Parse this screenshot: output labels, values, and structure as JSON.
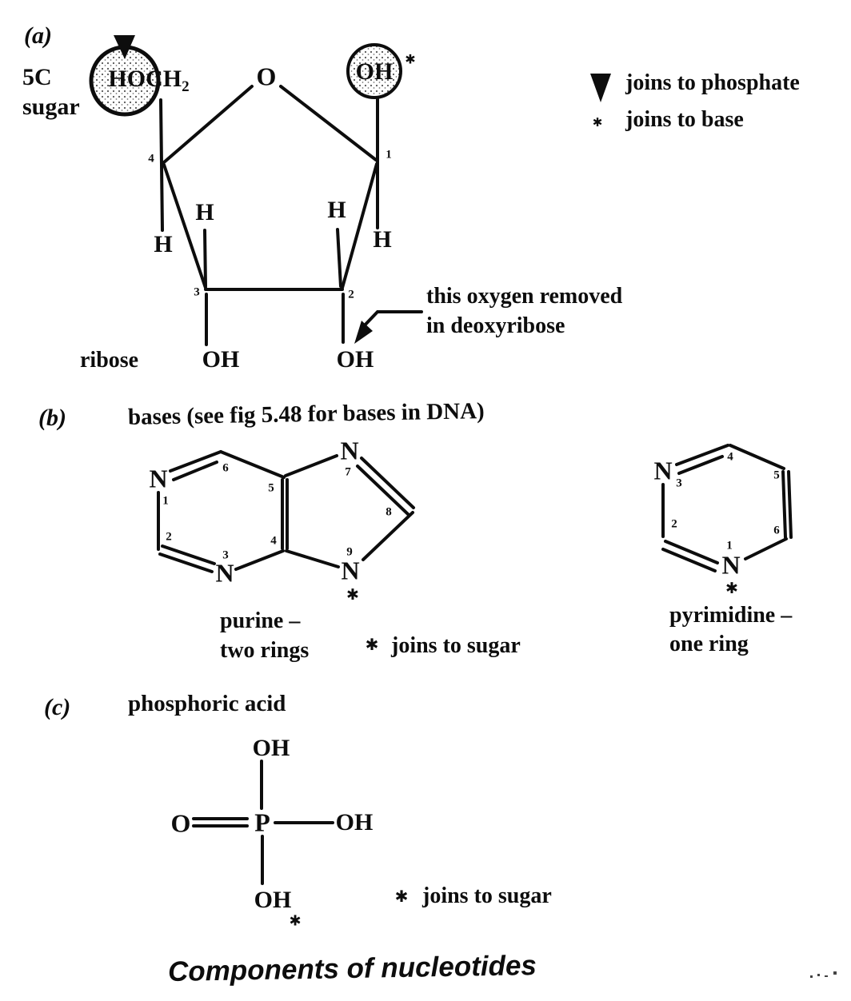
{
  "legend": {
    "triangle_meaning": "joins to phosphate",
    "star_meaning": "joins to base",
    "star_glyph": "✱"
  },
  "section_a": {
    "index": "(a)",
    "title_line1": "5C",
    "title_line2": "sugar",
    "molecule_name": "ribose",
    "hoch": "HOCH",
    "hoch_sub": "2",
    "ring_o": "O",
    "circled_oh": "OH",
    "h": "H",
    "oh": "OH",
    "num1": "1",
    "num2": "2",
    "num3": "3",
    "num4": "4",
    "annotation_line1": "this oxygen removed",
    "annotation_line2": "in deoxyribose"
  },
  "section_b": {
    "index": "(b)",
    "heading": "bases (see fig 5.48 for bases in DNA)",
    "purine": {
      "n": "N",
      "num1": "1",
      "num2": "2",
      "num3": "3",
      "num4": "4",
      "num5": "5",
      "num6": "6",
      "num7": "7",
      "num8": "8",
      "num9": "9",
      "caption_line1": "purine –",
      "caption_line2": "two rings",
      "joins_note": "joins to sugar"
    },
    "pyrimidine": {
      "n": "N",
      "num1": "1",
      "num2": "2",
      "num3": "3",
      "num4": "4",
      "num5": "5",
      "num6": "6",
      "caption_line1": "pyrimidine –",
      "caption_line2": "one ring"
    }
  },
  "section_c": {
    "index": "(c)",
    "heading": "phosphoric acid",
    "p": "P",
    "o": "O",
    "oh": "OH",
    "joins_note": "joins to sugar"
  },
  "caption": "Components of nucleotides"
}
